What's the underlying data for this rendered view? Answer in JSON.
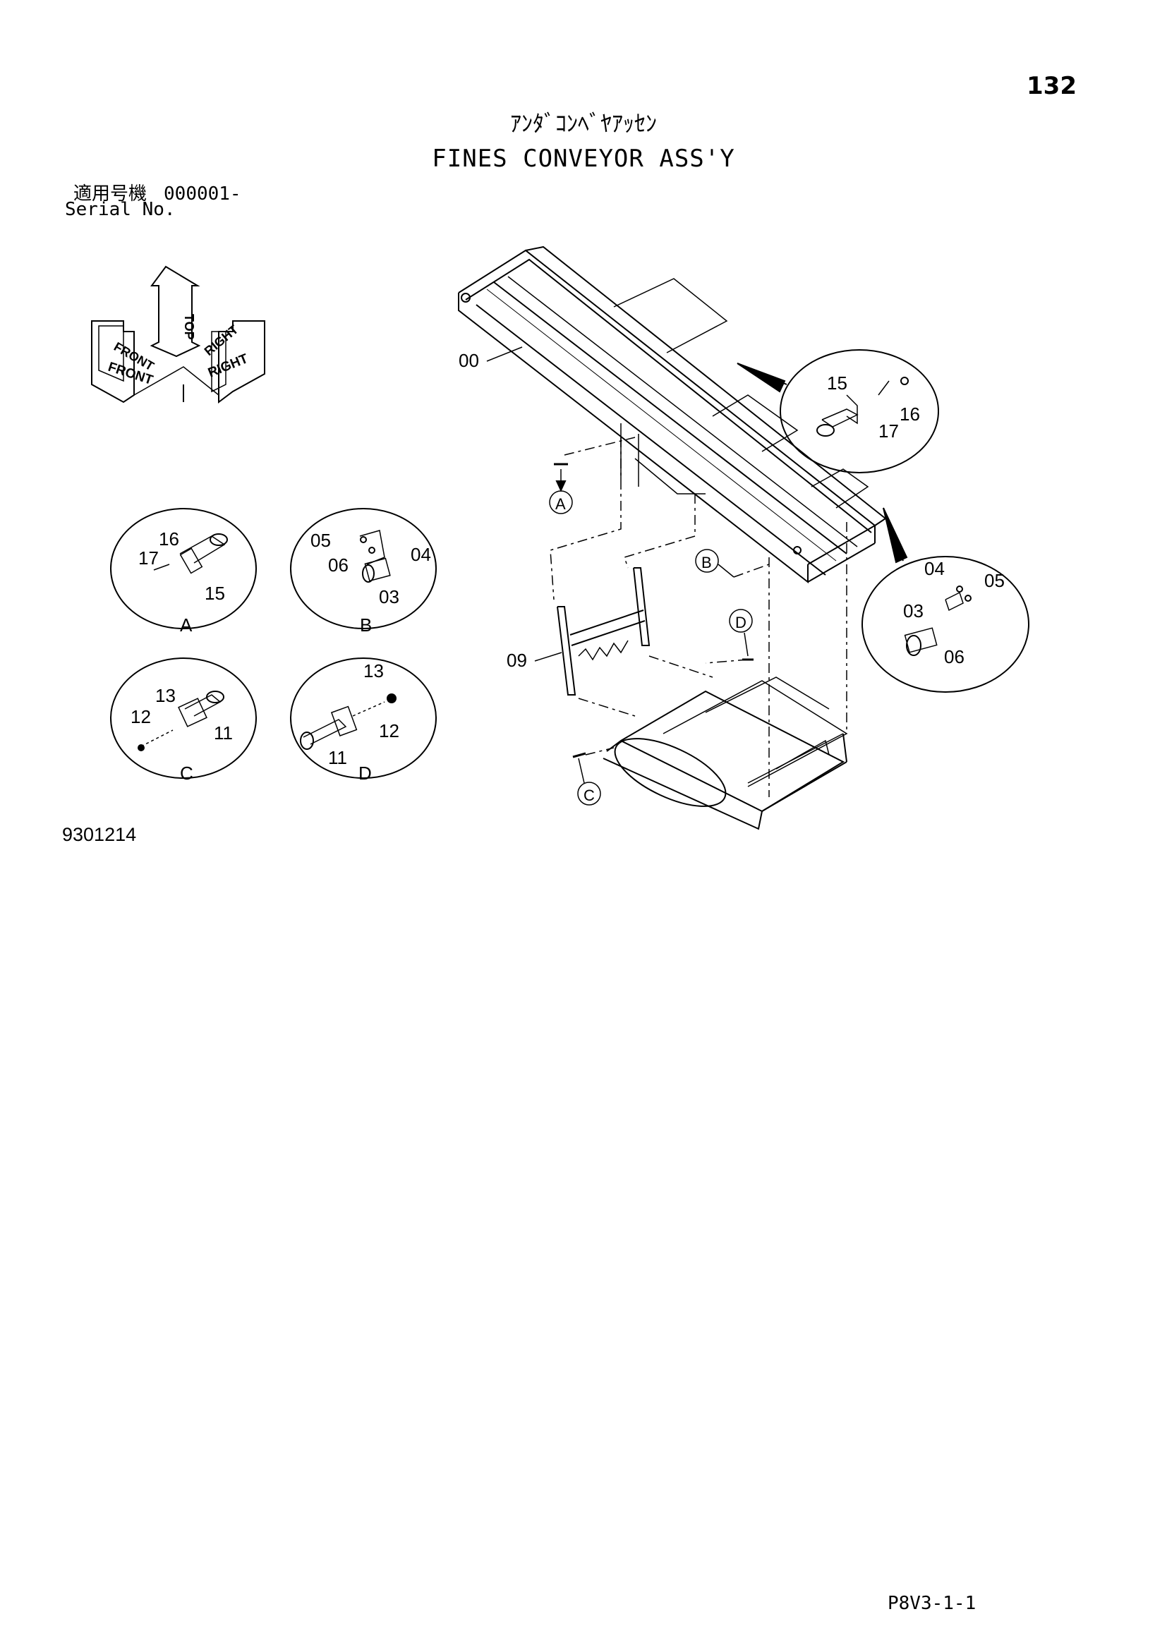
{
  "page": {
    "number": "132",
    "title_jp": "ｱﾝﾀﾞｺﾝﾍﾞﾔｱｯｾﾝ",
    "title_en": "FINES CONVEYOR ASS'Y",
    "serial_label_jp": "適用号機",
    "serial_value": "000001-",
    "serial_label_en": "Serial No.",
    "drawing_number": "9301214",
    "page_code": "P8V3-1-1"
  },
  "orientation": {
    "front": "FRONT",
    "front_upper": "FRONT",
    "top": "TOP",
    "right": "RIGHT",
    "right_upper": "RIGHT"
  },
  "callouts": {
    "main_assembly": "00",
    "legs": "09",
    "ref_a": "A",
    "ref_b": "B",
    "ref_c": "C",
    "ref_d": "D"
  },
  "details": {
    "upper_right": {
      "parts": [
        "15",
        "16",
        "17"
      ]
    },
    "right": {
      "parts": [
        "04",
        "05",
        "03",
        "06"
      ]
    },
    "A": {
      "label": "A",
      "parts": [
        "16",
        "17",
        "15"
      ]
    },
    "B": {
      "label": "B",
      "parts": [
        "05",
        "04",
        "06",
        "03"
      ]
    },
    "C": {
      "label": "C",
      "parts": [
        "13",
        "12",
        "11"
      ]
    },
    "D": {
      "label": "D",
      "parts": [
        "13",
        "12",
        "11"
      ]
    }
  }
}
